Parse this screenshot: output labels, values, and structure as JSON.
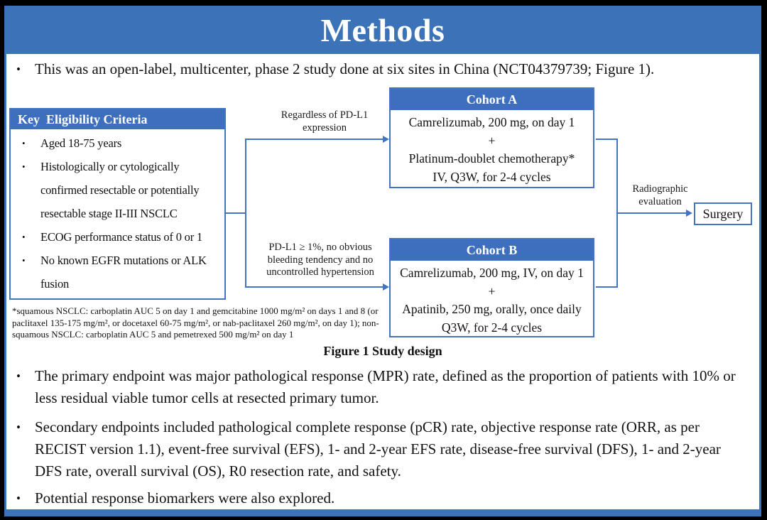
{
  "title": "Methods",
  "bullet_glyph": "•",
  "intro_bullet": "This was an open-label, multicenter, phase 2 study done at six sites in China (NCT04379739; Figure 1).",
  "colors": {
    "band_blue": "#3b72b8",
    "box_header_blue": "#3e6fbe",
    "connector_blue": "#4472c4"
  },
  "diagram": {
    "eligibility": {
      "title": "Key  Eligibility Criteria",
      "items": [
        "Aged 18-75 years",
        "Histologically or cytologically confirmed resectable or potentially resectable stage II-III NSCLC",
        "ECOG performance status of 0 or 1",
        "No known EGFR mutations or ALK fusion"
      ]
    },
    "branch_labels": {
      "top": "Regardless of PD-L1 expression",
      "bottom": "PD-L1 ≥ 1%, no obvious bleeding tendency and no uncontrolled hypertension"
    },
    "cohorts": [
      {
        "title": "Cohort A",
        "lines": [
          "Camrelizumab, 200 mg, on day 1",
          "+",
          "Platinum-doublet chemotherapy*",
          "IV, Q3W, for 2-4 cycles"
        ]
      },
      {
        "title": "Cohort B",
        "lines": [
          "Camrelizumab, 200 mg, IV, on day 1",
          "+",
          "Apatinib, 250 mg, orally, once daily",
          "Q3W, for 2-4 cycles"
        ]
      }
    ],
    "evaluation_label": "Radiographic evaluation",
    "surgery_label": "Surgery",
    "footnote": "*squamous NSCLC: carboplatin AUC 5 on day 1 and gemcitabine 1000 mg/m² on days 1 and 8 (or paclitaxel 135-175 mg/m², or docetaxel 60-75 mg/m², or nab-paclitaxel 260 mg/m², on day 1); non-squamous NSCLC: carboplatin AUC 5 and pemetrexed 500 mg/m² on day 1",
    "caption": "Figure 1 Study design"
  },
  "bullets": [
    "The primary endpoint was major pathological response (MPR) rate, defined as the proportion of patients with 10% or less residual viable tumor cells at resected primary tumor.",
    "Secondary endpoints included pathological complete response (pCR) rate, objective response rate (ORR, as per RECIST version 1.1), event-free survival (EFS), 1- and 2-year EFS rate, disease-free survival (DFS), 1- and 2-year DFS rate, overall survival (OS), R0 resection rate, and safety.",
    "Potential response biomarkers were also explored."
  ]
}
